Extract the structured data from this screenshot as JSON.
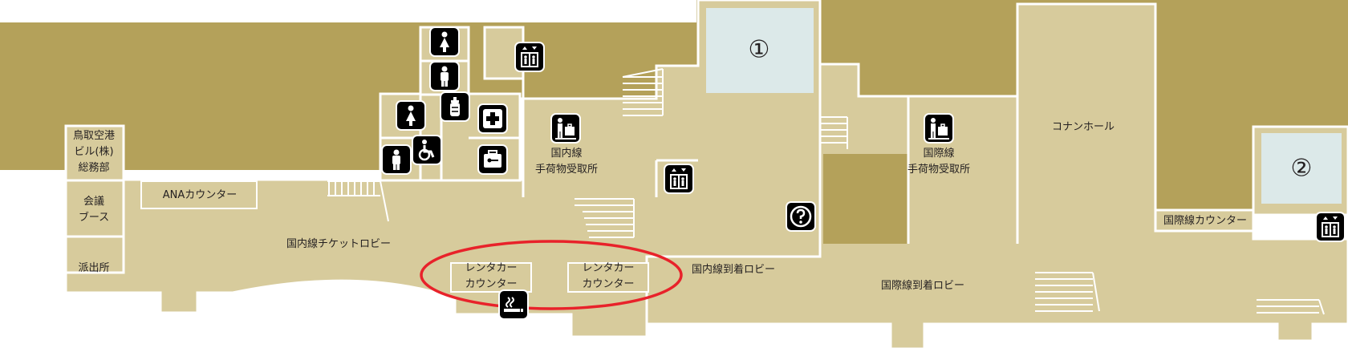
{
  "colors": {
    "exterior": "#b4a15a",
    "interior": "#d7cb9c",
    "wall": "#ffffff",
    "room_highlight": "#dce9e9",
    "icon_background": "#000000",
    "highlight_ellipse": "#e8222a"
  },
  "rooms": {
    "room_1_marker": "①",
    "room_2_marker": "②"
  },
  "labels": {
    "airport_building_office": [
      "鳥取空港",
      "ビル(株)",
      "総務部"
    ],
    "meeting_booth": [
      "会議",
      "ブース"
    ],
    "police_box": "派出所",
    "ana_counter": "ANAカウンター",
    "domestic_ticket_lobby": "国内線チケットロビー",
    "rental_car_counter_left": [
      "レンタカー",
      "カウンター"
    ],
    "rental_car_counter_right": [
      "レンタカー",
      "カウンター"
    ],
    "domestic_baggage_claim": [
      "国内線",
      "手荷物受取所"
    ],
    "domestic_arrival_lobby": "国内線到着ロビー",
    "international_baggage_claim": [
      "国際線",
      "手荷物受取所"
    ],
    "conan_hall": "コナンホール",
    "international_counter": "国際線カウンター",
    "international_arrival_lobby": "国際線到着ロビー"
  },
  "icons": [
    "womens-restroom-icon",
    "mens-restroom-icon",
    "baby-bottle-icon",
    "womens-restroom-icon",
    "mens-restroom-icon",
    "wheelchair-accessible-icon",
    "first-aid-icon",
    "locker-icon",
    "elevator-icon",
    "baggage-claim-icon",
    "elevator-icon",
    "information-icon",
    "baggage-claim-icon",
    "elevator-icon",
    "smoking-area-icon"
  ]
}
